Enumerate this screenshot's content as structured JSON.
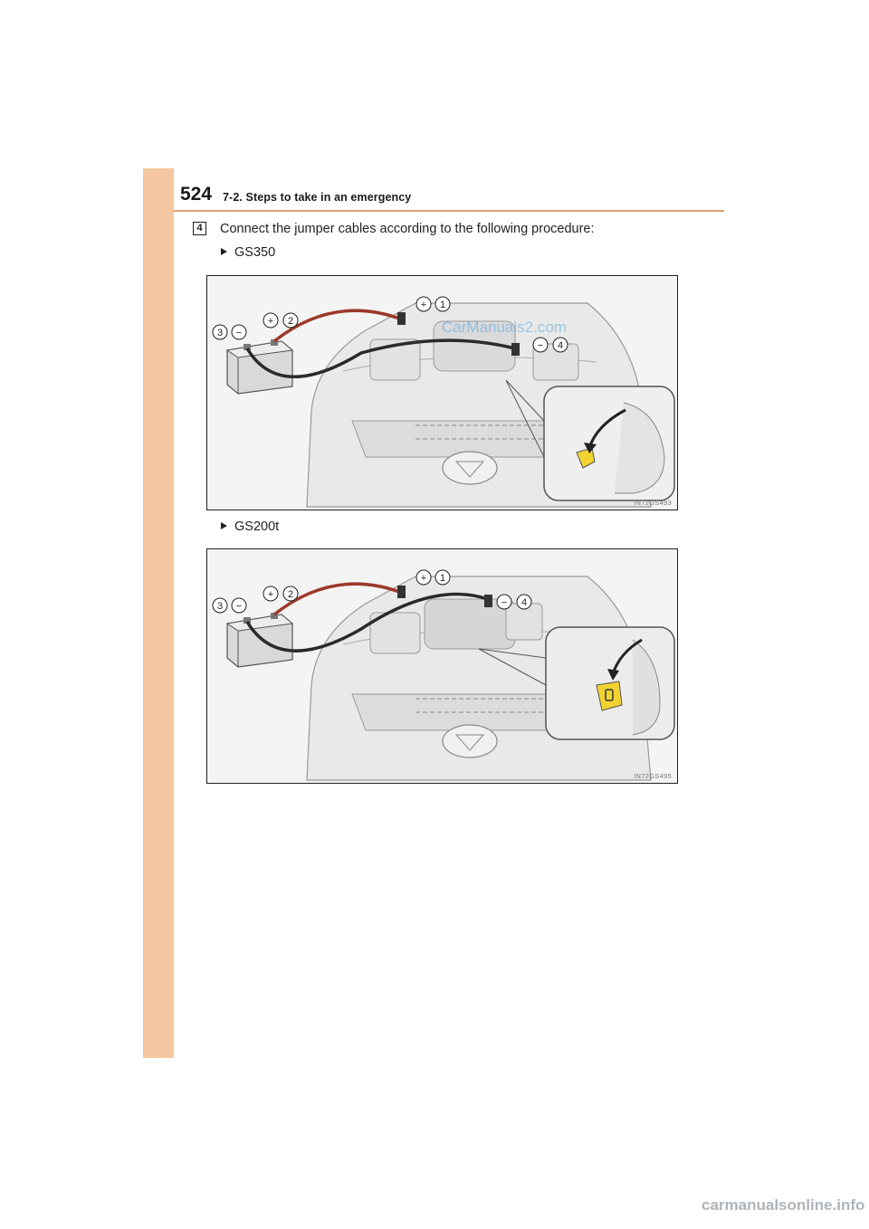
{
  "header": {
    "page_number": "524",
    "section_title": "7-2. Steps to take in an emergency"
  },
  "step": {
    "number": "4",
    "instruction": "Connect the jumper cables according to the following procedure:"
  },
  "figures": [
    {
      "variant": "GS350",
      "code": "IN72GS493",
      "labels": [
        "1",
        "2",
        "3",
        "4"
      ]
    },
    {
      "variant": "GS200t",
      "code": "IN72GS495",
      "labels": [
        "1",
        "2",
        "3",
        "4"
      ]
    }
  ],
  "watermark": "CarManuals2.com",
  "footer_watermark": "carmanualsonline.info",
  "colors": {
    "side_band": "#f5c7a0",
    "header_rule": "#e0a070",
    "positive_cable": "#9b3a2a",
    "negative_cable": "#2a2a2a",
    "terminal": "#f2d230"
  }
}
